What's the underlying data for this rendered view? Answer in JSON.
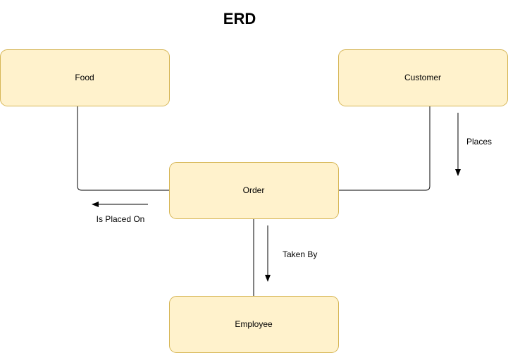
{
  "diagram": {
    "title": "ERD",
    "entities": {
      "food": "Food",
      "customer": "Customer",
      "order": "Order",
      "employee": "Employee"
    },
    "relationships": {
      "places": "Places",
      "is_placed_on": "Is Placed On",
      "taken_by": "Taken By"
    },
    "colors": {
      "entity_fill": "#fff2cc",
      "entity_stroke": "#d6b656",
      "connector": "#000000"
    }
  }
}
